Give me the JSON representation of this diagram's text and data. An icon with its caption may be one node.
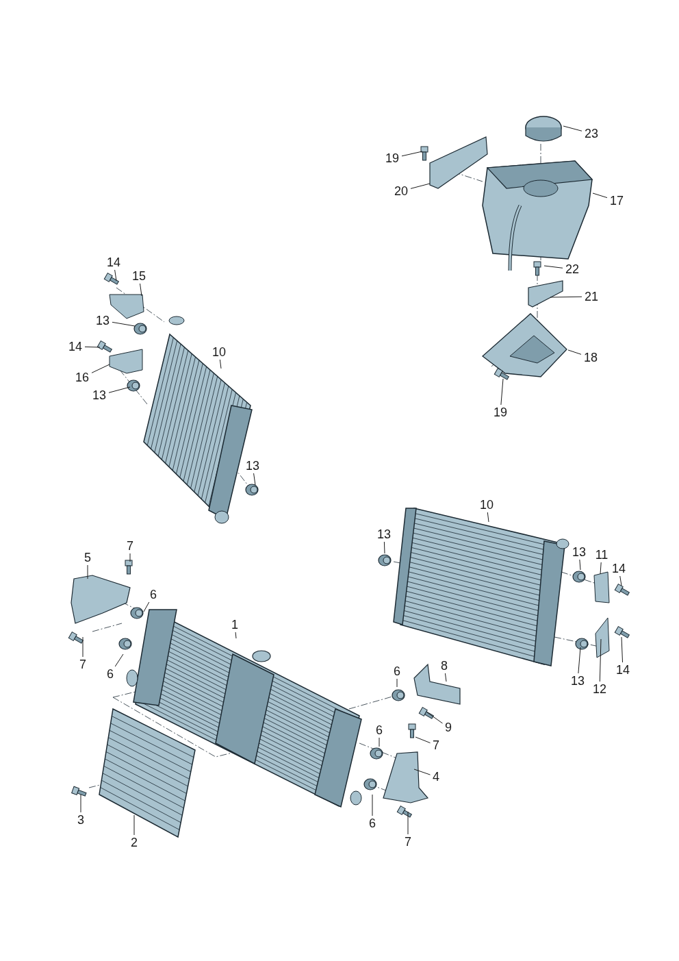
{
  "diagram": {
    "nodes": [
      {
        "text": [
          "23"
        ]
      },
      {
        "text": [
          "19"
        ]
      },
      {
        "text": [
          "20"
        ]
      },
      {
        "text": [
          "17"
        ]
      },
      {
        "text": [
          "22"
        ]
      },
      {
        "text": [
          "21"
        ]
      },
      {
        "text": [
          "18"
        ]
      },
      {
        "text": [
          "19"
        ]
      },
      {
        "text": [
          "14"
        ]
      },
      {
        "text": [
          "15"
        ]
      },
      {
        "text": [
          "13"
        ]
      },
      {
        "text": [
          "14"
        ]
      },
      {
        "text": [
          "10"
        ]
      },
      {
        "text": [
          "16"
        ]
      },
      {
        "text": [
          "13"
        ]
      },
      {
        "text": [
          "13"
        ]
      },
      {
        "text": [
          "10"
        ]
      },
      {
        "text": [
          "13"
        ]
      },
      {
        "text": [
          "13"
        ]
      },
      {
        "text": [
          "11"
        ]
      },
      {
        "text": [
          "14"
        ]
      },
      {
        "text": [
          "13"
        ]
      },
      {
        "text": [
          "12"
        ]
      },
      {
        "text": [
          "14"
        ]
      },
      {
        "text": [
          "5"
        ]
      },
      {
        "text": [
          "7"
        ]
      },
      {
        "text": [
          "6"
        ]
      },
      {
        "text": [
          "7"
        ]
      },
      {
        "text": [
          "6"
        ]
      },
      {
        "text": [
          "1"
        ]
      },
      {
        "text": [
          "6"
        ]
      },
      {
        "text": [
          "8"
        ]
      },
      {
        "text": [
          "9"
        ]
      },
      {
        "text": [
          "6"
        ]
      },
      {
        "text": [
          "7"
        ]
      },
      {
        "text": [
          "4"
        ]
      },
      {
        "text": [
          "3"
        ]
      },
      {
        "text": [
          "6"
        ]
      },
      {
        "text": [
          "2"
        ]
      },
      {
        "text": [
          "7"
        ]
      }
    ],
    "edges": [
      {
        "from": 0,
        "to": null,
        "arrow": "none"
      },
      {
        "from": 1,
        "to": null,
        "arrow": "none"
      },
      {
        "from": 2,
        "to": null,
        "arrow": "none"
      },
      {
        "from": 3,
        "to": null,
        "arrow": "none"
      },
      {
        "from": 4,
        "to": null,
        "arrow": "none"
      },
      {
        "from": 5,
        "to": null,
        "arrow": "none"
      },
      {
        "from": 6,
        "to": null,
        "arrow": "none"
      },
      {
        "from": 7,
        "to": null,
        "arrow": "none"
      },
      {
        "from": 8,
        "to": null,
        "arrow": "none"
      },
      {
        "from": 9,
        "to": null,
        "arrow": "none"
      },
      {
        "from": 10,
        "to": null,
        "arrow": "none"
      },
      {
        "from": 11,
        "to": null,
        "arrow": "none"
      },
      {
        "from": 12,
        "to": null,
        "arrow": "none"
      },
      {
        "from": 13,
        "to": null,
        "arrow": "none"
      },
      {
        "from": 14,
        "to": null,
        "arrow": "none"
      },
      {
        "from": 15,
        "to": null,
        "arrow": "none"
      },
      {
        "from": 16,
        "to": null,
        "arrow": "none"
      },
      {
        "from": 17,
        "to": null,
        "arrow": "none"
      },
      {
        "from": 18,
        "to": null,
        "arrow": "none"
      },
      {
        "from": 19,
        "to": null,
        "arrow": "none"
      },
      {
        "from": 20,
        "to": null,
        "arrow": "none"
      },
      {
        "from": 21,
        "to": null,
        "arrow": "none"
      },
      {
        "from": 22,
        "to": null,
        "arrow": "none"
      },
      {
        "from": 23,
        "to": null,
        "arrow": "none"
      },
      {
        "from": 24,
        "to": null,
        "arrow": "none"
      },
      {
        "from": 25,
        "to": null,
        "arrow": "none"
      },
      {
        "from": 26,
        "to": null,
        "arrow": "none"
      },
      {
        "from": 27,
        "to": null,
        "arrow": "none"
      },
      {
        "from": 28,
        "to": null,
        "arrow": "none"
      },
      {
        "from": 29,
        "to": null,
        "arrow": "none"
      },
      {
        "from": 30,
        "to": null,
        "arrow": "none"
      },
      {
        "from": 31,
        "to": null,
        "arrow": "none"
      },
      {
        "from": 32,
        "to": null,
        "arrow": "none"
      },
      {
        "from": 33,
        "to": null,
        "arrow": "none"
      },
      {
        "from": 34,
        "to": null,
        "arrow": "none"
      },
      {
        "from": 35,
        "to": null,
        "arrow": "none"
      },
      {
        "from": 36,
        "to": null,
        "arrow": "none"
      },
      {
        "from": 37,
        "to": null,
        "arrow": "none"
      },
      {
        "from": 38,
        "to": null,
        "arrow": "none"
      },
      {
        "from": 39,
        "to": null,
        "arrow": "none"
      }
    ]
  }
}
